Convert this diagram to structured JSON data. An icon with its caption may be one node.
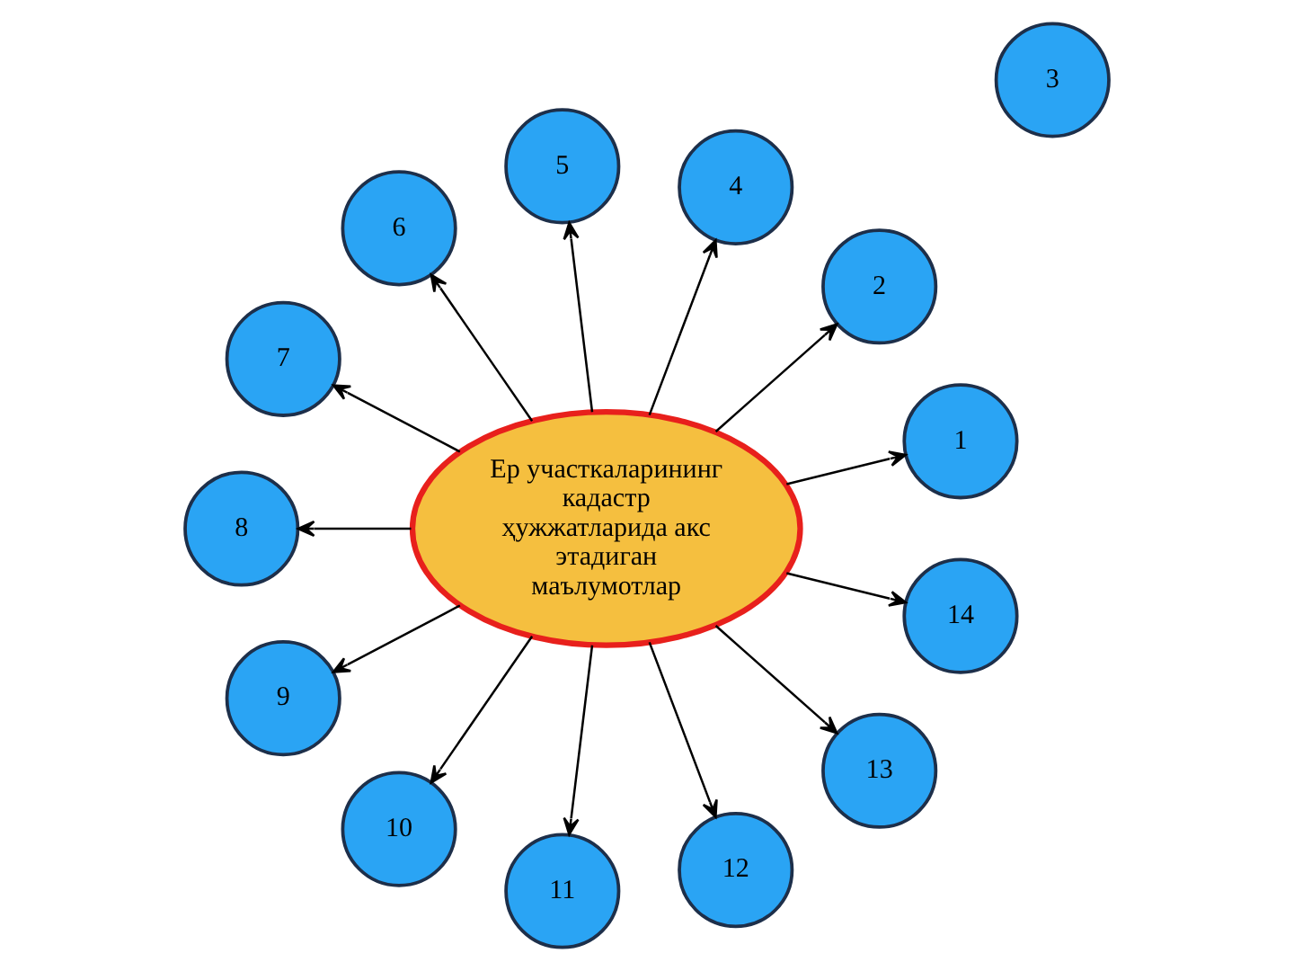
{
  "diagram": {
    "nodes": [
      {
        "text": [
          "Ер участкаларининг кадастр ҳужжатларида акс этадиган маълумотлар"
        ]
      },
      {
        "text": [
          "1"
        ]
      },
      {
        "text": [
          "2"
        ]
      },
      {
        "text": [
          "3"
        ]
      },
      {
        "text": [
          "4"
        ]
      },
      {
        "text": [
          "5"
        ]
      },
      {
        "text": [
          "6"
        ]
      },
      {
        "text": [
          "7"
        ]
      },
      {
        "text": [
          "8"
        ]
      },
      {
        "text": [
          "9"
        ]
      },
      {
        "text": [
          "10"
        ]
      },
      {
        "text": [
          "11"
        ]
      },
      {
        "text": [
          "12"
        ]
      },
      {
        "text": [
          "13"
        ]
      },
      {
        "text": [
          "14"
        ]
      }
    ],
    "edges": [
      {
        "from": 0,
        "to": 1,
        "arrow": "to"
      },
      {
        "from": 0,
        "to": 2,
        "arrow": "to"
      },
      {
        "from": 0,
        "to": 4,
        "arrow": "to"
      },
      {
        "from": 0,
        "to": 5,
        "arrow": "to"
      },
      {
        "from": 0,
        "to": 6,
        "arrow": "to"
      },
      {
        "from": 0,
        "to": 7,
        "arrow": "to"
      },
      {
        "from": 0,
        "to": 8,
        "arrow": "to"
      },
      {
        "from": 0,
        "to": 9,
        "arrow": "to"
      },
      {
        "from": 0,
        "to": 10,
        "arrow": "to"
      },
      {
        "from": 0,
        "to": 11,
        "arrow": "to"
      },
      {
        "from": 0,
        "to": 12,
        "arrow": "to"
      },
      {
        "from": 0,
        "to": 13,
        "arrow": "to"
      },
      {
        "from": 0,
        "to": 14,
        "arrow": "to"
      }
    ]
  }
}
